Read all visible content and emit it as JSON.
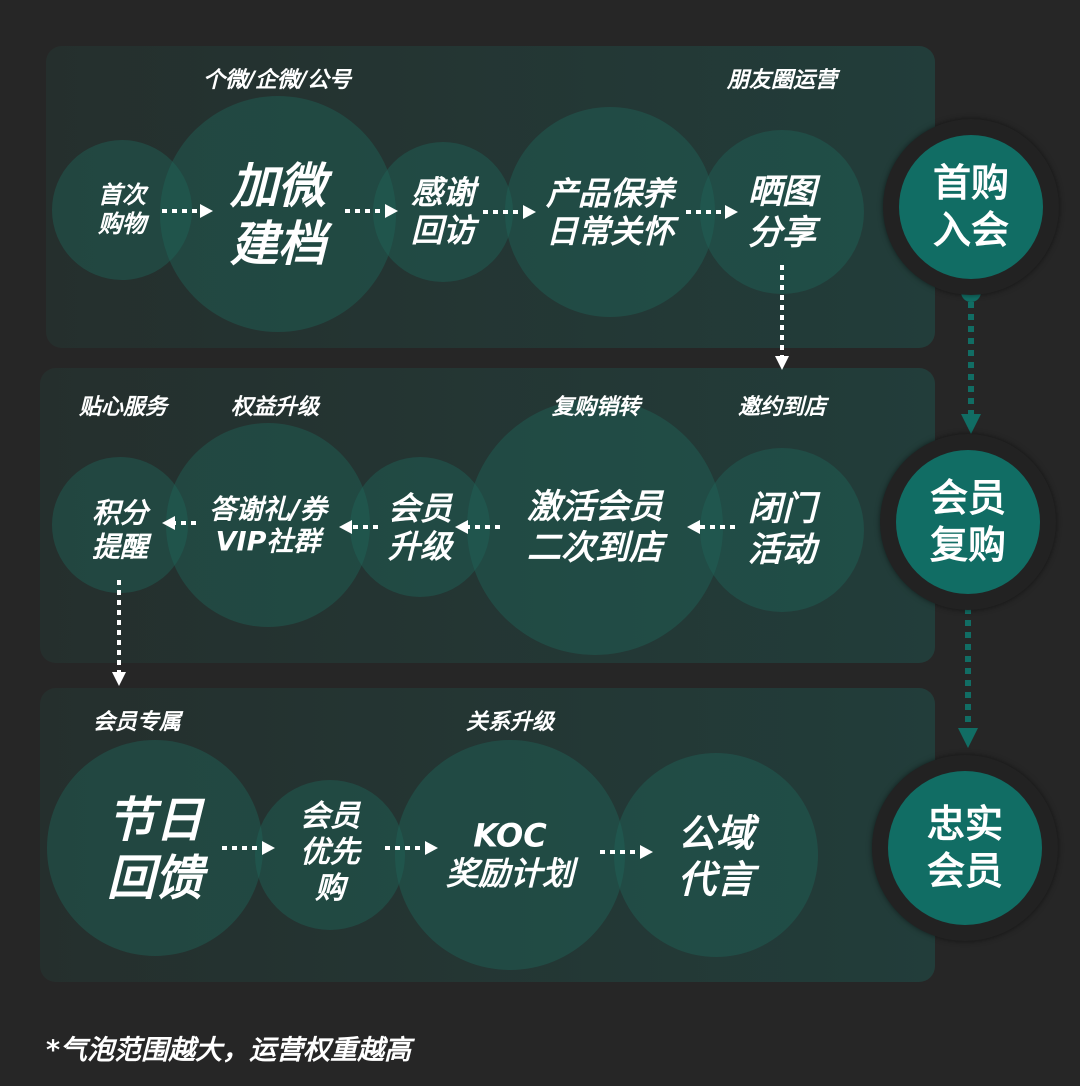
{
  "colors": {
    "background": "#262626",
    "stage": "#116d64",
    "bubble": "#1e6458"
  },
  "row1": {
    "labels": [
      "个微/企微/公号",
      "朋友圈运营"
    ],
    "nodes": [
      "首次\n购物",
      "加微\n建档",
      "感谢\n回访",
      "产品保养\n日常关怀",
      "晒图\n分享"
    ]
  },
  "row2": {
    "labels": [
      "贴心服务",
      "权益升级",
      "复购销转",
      "邀约到店"
    ],
    "nodes": [
      "积分\n提醒",
      "答谢礼/券\nVIP社群",
      "会员\n升级",
      "激活会员\n二次到店",
      "闭门\n活动"
    ]
  },
  "row3": {
    "labels": [
      "会员专属",
      "关系升级"
    ],
    "nodes": [
      "节日\n回馈",
      "会员\n优先\n购",
      "KOC\n奖励计划",
      "公域\n代言"
    ]
  },
  "stages": [
    "首购\n入会",
    "会员\n复购",
    "忠实\n会员"
  ],
  "footer": "*气泡范围越大，运营权重越高"
}
